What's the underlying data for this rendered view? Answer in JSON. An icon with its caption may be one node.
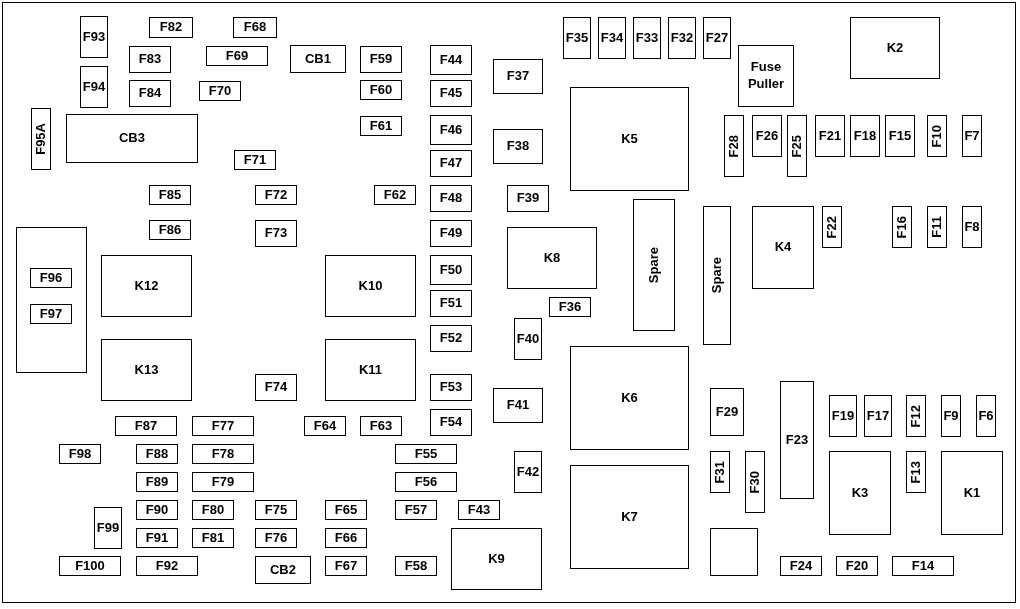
{
  "diagram": {
    "nodes": [
      {
        "text": [
          "F93"
        ]
      },
      {
        "text": [
          "F82"
        ]
      },
      {
        "text": [
          "F68"
        ]
      },
      {
        "text": [
          "F83"
        ]
      },
      {
        "text": [
          "F69"
        ]
      },
      {
        "text": [
          "CB1"
        ]
      },
      {
        "text": [
          "F59"
        ]
      },
      {
        "text": [
          "F44"
        ]
      },
      {
        "text": [
          "F35"
        ]
      },
      {
        "text": [
          "F34"
        ]
      },
      {
        "text": [
          "F33"
        ]
      },
      {
        "text": [
          "F32"
        ]
      },
      {
        "text": [
          "F27"
        ]
      },
      {
        "text": [
          "K2"
        ]
      },
      {
        "text": [
          "F37"
        ]
      },
      {
        "text": [
          "Fuse Puller"
        ]
      },
      {
        "text": [
          "F94"
        ]
      },
      {
        "text": [
          "F84"
        ]
      },
      {
        "text": [
          "F70"
        ]
      },
      {
        "text": [
          "F60"
        ]
      },
      {
        "text": [
          "F45"
        ]
      },
      {
        "text": [
          "F95A"
        ]
      },
      {
        "text": [
          "CB3"
        ]
      },
      {
        "text": [
          "F61"
        ]
      },
      {
        "text": [
          "F46"
        ]
      },
      {
        "text": [
          "F38"
        ]
      },
      {
        "text": [
          "K5"
        ]
      },
      {
        "text": [
          "F28"
        ]
      },
      {
        "text": [
          "F26"
        ]
      },
      {
        "text": [
          "F25"
        ]
      },
      {
        "text": [
          "F21"
        ]
      },
      {
        "text": [
          "F18"
        ]
      },
      {
        "text": [
          "F15"
        ]
      },
      {
        "text": [
          "F10"
        ]
      },
      {
        "text": [
          "F7"
        ]
      },
      {
        "text": [
          "F71"
        ]
      },
      {
        "text": [
          "F47"
        ]
      },
      {
        "text": [
          "F85"
        ]
      },
      {
        "text": [
          "F72"
        ]
      },
      {
        "text": [
          "F62"
        ]
      },
      {
        "text": [
          "F48"
        ]
      },
      {
        "text": [
          "F39"
        ]
      },
      {
        "text": [
          "F86"
        ]
      },
      {
        "text": [
          "F73"
        ]
      },
      {
        "text": [
          "F49"
        ]
      },
      {
        "text": [
          "Spare"
        ]
      },
      {
        "text": [
          "Spare"
        ]
      },
      {
        "text": [
          "K4"
        ]
      },
      {
        "text": [
          "F22"
        ]
      },
      {
        "text": [
          "F16"
        ]
      },
      {
        "text": [
          "F11"
        ]
      },
      {
        "text": [
          "F8"
        ]
      },
      {
        "text": [
          "K8"
        ]
      },
      {
        "text": [],
        "shape": "box"
      },
      {
        "text": [
          "F96"
        ],
        "in": 53
      },
      {
        "text": [
          "F97"
        ],
        "in": 53
      },
      {
        "text": [
          "K12"
        ]
      },
      {
        "text": [
          "K10"
        ]
      },
      {
        "text": [
          "F50"
        ]
      },
      {
        "text": [
          "F51"
        ]
      },
      {
        "text": [
          "F36"
        ]
      },
      {
        "text": [
          "F52"
        ]
      },
      {
        "text": [
          "F40"
        ]
      },
      {
        "text": [
          "K13"
        ]
      },
      {
        "text": [
          "K11"
        ]
      },
      {
        "text": [
          "K6"
        ]
      },
      {
        "text": [
          "F74"
        ]
      },
      {
        "text": [
          "F53"
        ]
      },
      {
        "text": [
          "F41"
        ]
      },
      {
        "text": [
          "F29"
        ]
      },
      {
        "text": [
          "F23"
        ]
      },
      {
        "text": [
          "F19"
        ]
      },
      {
        "text": [
          "F17"
        ]
      },
      {
        "text": [
          "F12"
        ]
      },
      {
        "text": [
          "F9"
        ]
      },
      {
        "text": [
          "F6"
        ]
      },
      {
        "text": [
          "F87"
        ]
      },
      {
        "text": [
          "F77"
        ]
      },
      {
        "text": [
          "F64"
        ]
      },
      {
        "text": [
          "F63"
        ]
      },
      {
        "text": [
          "F54"
        ]
      },
      {
        "text": [
          "F98"
        ]
      },
      {
        "text": [
          "F88"
        ]
      },
      {
        "text": [
          "F78"
        ]
      },
      {
        "text": [
          "F55"
        ]
      },
      {
        "text": [
          "F42"
        ]
      },
      {
        "text": [
          "F31"
        ]
      },
      {
        "text": [
          "F30"
        ]
      },
      {
        "text": [
          "K3"
        ]
      },
      {
        "text": [
          "F13"
        ]
      },
      {
        "text": [
          "K1"
        ]
      },
      {
        "text": [
          "F89"
        ]
      },
      {
        "text": [
          "F79"
        ]
      },
      {
        "text": [
          "F56"
        ]
      },
      {
        "text": [
          "K7"
        ]
      },
      {
        "text": [
          "F99"
        ]
      },
      {
        "text": [
          "F90"
        ]
      },
      {
        "text": [
          "F80"
        ]
      },
      {
        "text": [
          "F75"
        ]
      },
      {
        "text": [
          "F65"
        ]
      },
      {
        "text": [
          "F57"
        ]
      },
      {
        "text": [
          "F43"
        ]
      },
      {
        "text": [
          "F91"
        ]
      },
      {
        "text": [
          "F81"
        ]
      },
      {
        "text": [
          "F76"
        ]
      },
      {
        "text": [
          "F66"
        ]
      },
      {
        "text": [
          "K9"
        ]
      },
      {
        "text": [],
        "shape": "box"
      },
      {
        "text": [
          "F100"
        ]
      },
      {
        "text": [
          "F92"
        ]
      },
      {
        "text": [
          "CB2"
        ]
      },
      {
        "text": [
          "F67"
        ]
      },
      {
        "text": [
          "F58"
        ]
      },
      {
        "text": [
          "F24"
        ]
      },
      {
        "text": [
          "F20"
        ]
      },
      {
        "text": [
          "F14"
        ]
      }
    ]
  }
}
